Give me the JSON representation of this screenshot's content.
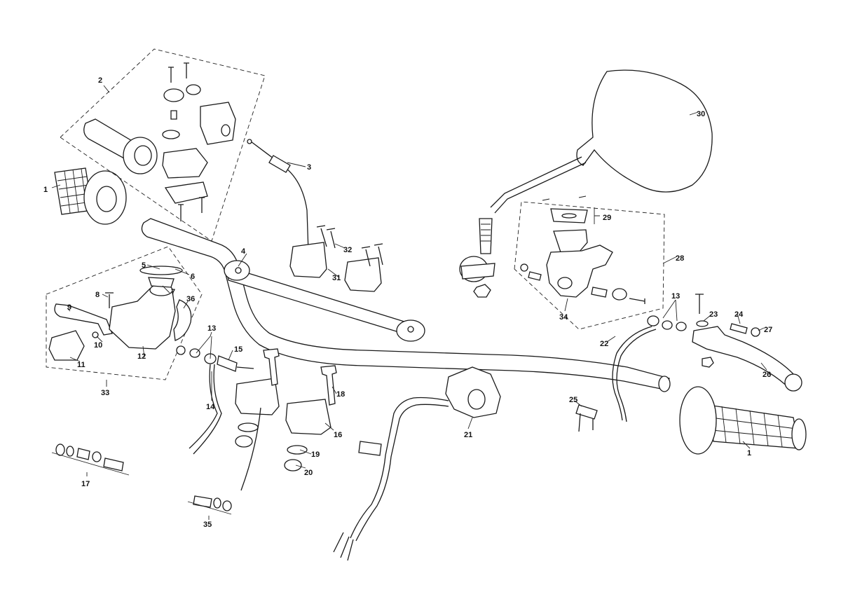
{
  "callouts": {
    "c1_left": "1",
    "c1_right": "1",
    "c2": "2",
    "c3": "3",
    "c4": "4",
    "c5": "5",
    "c6": "6",
    "c7": "7",
    "c8": "8",
    "c9": "9",
    "c10": "10",
    "c11": "11",
    "c12": "12",
    "c13_left": "13",
    "c13_right": "13",
    "c14": "14",
    "c15": "15",
    "c16": "16",
    "c17": "17",
    "c18": "18",
    "c19": "19",
    "c20": "20",
    "c21": "21",
    "c22": "22",
    "c23": "23",
    "c24": "24",
    "c25": "25",
    "c26": "26",
    "c27": "27",
    "c28": "28",
    "c29": "29",
    "c30": "30",
    "c31": "31",
    "c32": "32",
    "c33": "33",
    "c34": "34",
    "c35": "35",
    "c36": "36"
  },
  "colors": {
    "ink": "#1a1a1a",
    "background": "#ffffff"
  }
}
